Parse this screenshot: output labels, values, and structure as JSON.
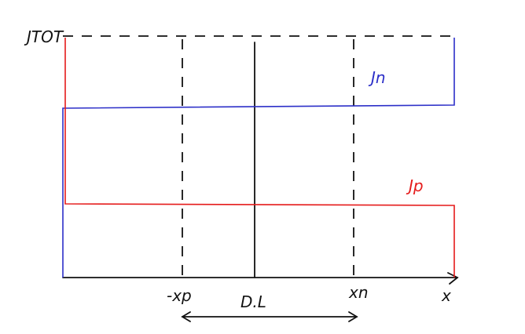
{
  "labels": {
    "j_tot": "JTOT",
    "j_n": "Jn",
    "j_p": "Jp",
    "neg_xp": "-xp",
    "xn": "xn",
    "x_axis": "x",
    "depletion": "D.L"
  },
  "colors": {
    "ink": "#111111",
    "j_n": "#2c2fc8",
    "j_p": "#e51b1b"
  }
}
